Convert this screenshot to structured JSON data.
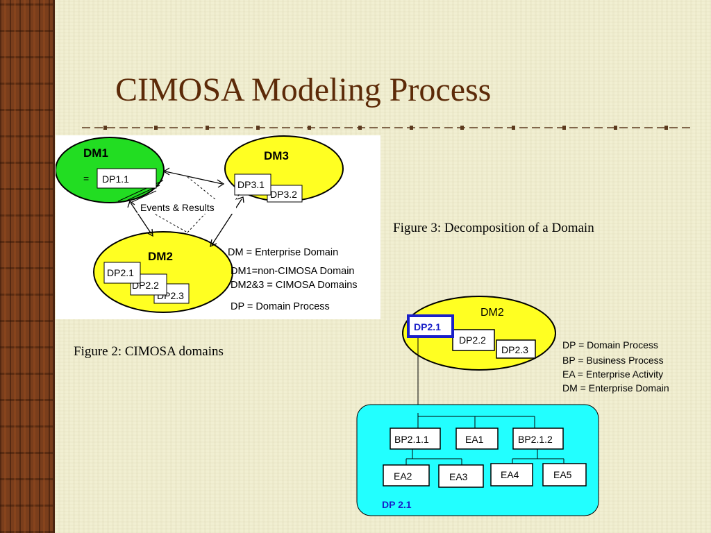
{
  "slide": {
    "title": "CIMOSA Modeling Process"
  },
  "figure2": {
    "caption": "Figure 2: CIMOSA domains",
    "dm1": {
      "label": "DM1",
      "eq": "=",
      "process": "DP1.1"
    },
    "dm3": {
      "label": "DM3",
      "processes": [
        "DP3.1",
        "DP3.2"
      ]
    },
    "dm2": {
      "label": "DM2",
      "processes": [
        "DP2.1",
        "DP2.2",
        "DP2.3"
      ]
    },
    "events_label": "Events & Results",
    "legend": [
      "DM = Enterprise Domain",
      "DM1=non-CIMOSA Domain",
      "DM2&3 = CIMOSA Domains",
      "DP = Domain Process"
    ]
  },
  "figure3": {
    "caption": "Figure 3: Decomposition of a Domain",
    "domain_label": "DM2",
    "selected_process": "DP2.1",
    "processes": [
      "DP2.2",
      "DP2.3"
    ],
    "legend": [
      "DP = Domain Process",
      "BP = Business Process",
      "EA = Enterprise Activity",
      "DM = Enterprise Domain"
    ],
    "tree": {
      "level1": [
        "BP2.1.1",
        "EA1",
        "BP2.1.2"
      ],
      "level2_left": [
        "EA2",
        "EA3"
      ],
      "level2_right": [
        "EA4",
        "EA5"
      ]
    },
    "container_label": "DP 2.1",
    "colors": {
      "domain_fill": "#ffff22",
      "container_fill": "#22ffff",
      "selected_border": "#1a20c8"
    }
  }
}
